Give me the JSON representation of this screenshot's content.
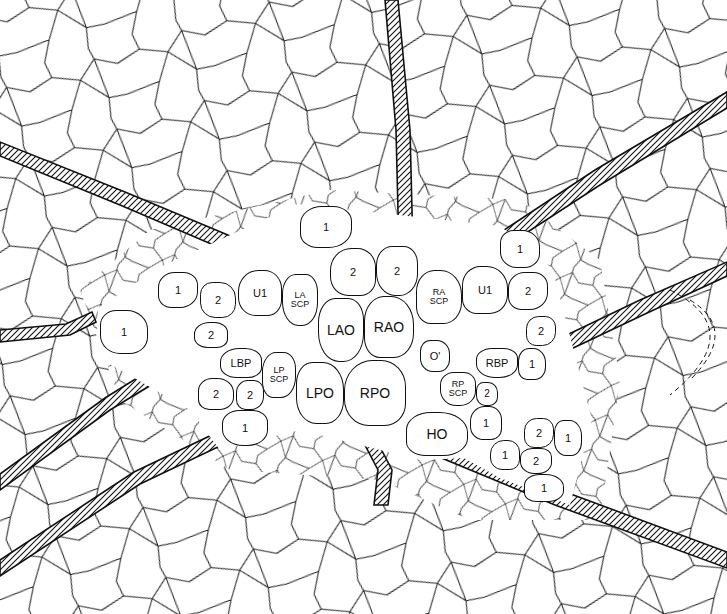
{
  "diagram": {
    "nodes": [
      {
        "text": [
          "1"
        ]
      },
      {
        "text": [
          "1"
        ]
      },
      {
        "text": [
          "2"
        ]
      },
      {
        "text": [
          "2"
        ]
      },
      {
        "text": [
          "U1"
        ]
      },
      {
        "text": [
          "1"
        ]
      },
      {
        "text": [
          "2"
        ]
      },
      {
        "text": [
          "U1"
        ]
      },
      {
        "text": [
          "LA SCP"
        ]
      },
      {
        "text": [
          "RA SCP"
        ]
      },
      {
        "text": [
          "2"
        ]
      },
      {
        "text": [
          "1"
        ]
      },
      {
        "text": [
          "2"
        ]
      },
      {
        "text": [
          "LAO"
        ]
      },
      {
        "text": [
          "RAO"
        ]
      },
      {
        "text": [
          "2"
        ]
      },
      {
        "text": [
          "O'"
        ]
      },
      {
        "text": [
          "LBP"
        ]
      },
      {
        "text": [
          "RBP"
        ]
      },
      {
        "text": [
          "1"
        ]
      },
      {
        "text": [
          "LP SCP"
        ]
      },
      {
        "text": [
          "LPO"
        ]
      },
      {
        "text": [
          "RPO"
        ]
      },
      {
        "text": [
          "RP SCP"
        ]
      },
      {
        "text": [
          "2"
        ]
      },
      {
        "text": [
          "2"
        ]
      },
      {
        "text": [
          "2"
        ]
      },
      {
        "text": [
          "1"
        ]
      },
      {
        "text": [
          "1"
        ]
      },
      {
        "text": [
          "HO"
        ]
      },
      {
        "text": [
          "2"
        ]
      },
      {
        "text": [
          "1"
        ]
      },
      {
        "text": [
          "1"
        ]
      },
      {
        "text": [
          "2"
        ]
      },
      {
        "text": [
          "1"
        ]
      }
    ]
  }
}
